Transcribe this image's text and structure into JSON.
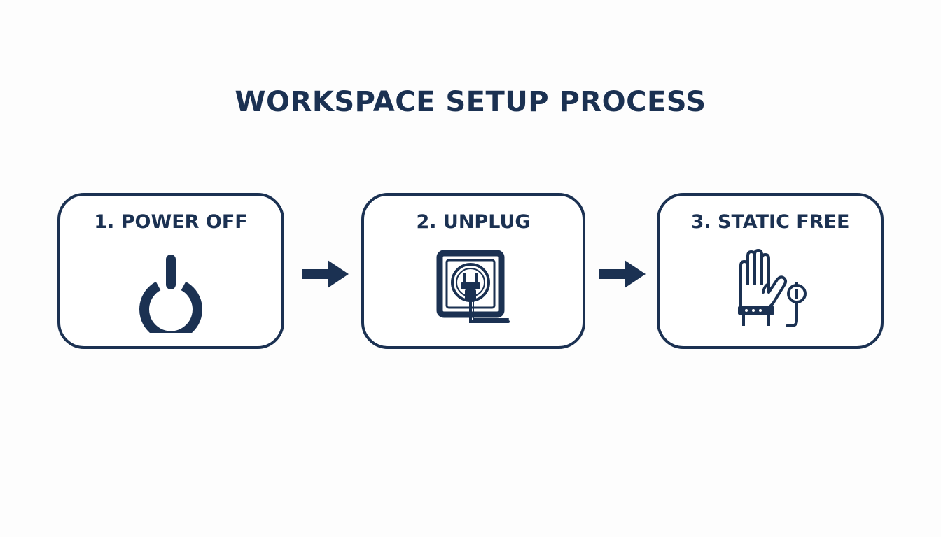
{
  "title": "WORKSPACE SETUP PROCESS",
  "colors": {
    "primary": "#1b3152",
    "background": "#fdfdfd"
  },
  "steps": [
    {
      "label": "1. POWER OFF",
      "icon": "power-icon"
    },
    {
      "label": "2. UNPLUG",
      "icon": "unplug-icon"
    },
    {
      "label": "3. STATIC FREE",
      "icon": "antistatic-wrist-strap-icon"
    }
  ],
  "connectors": [
    {
      "icon": "arrow-right-icon"
    },
    {
      "icon": "arrow-right-icon"
    }
  ]
}
